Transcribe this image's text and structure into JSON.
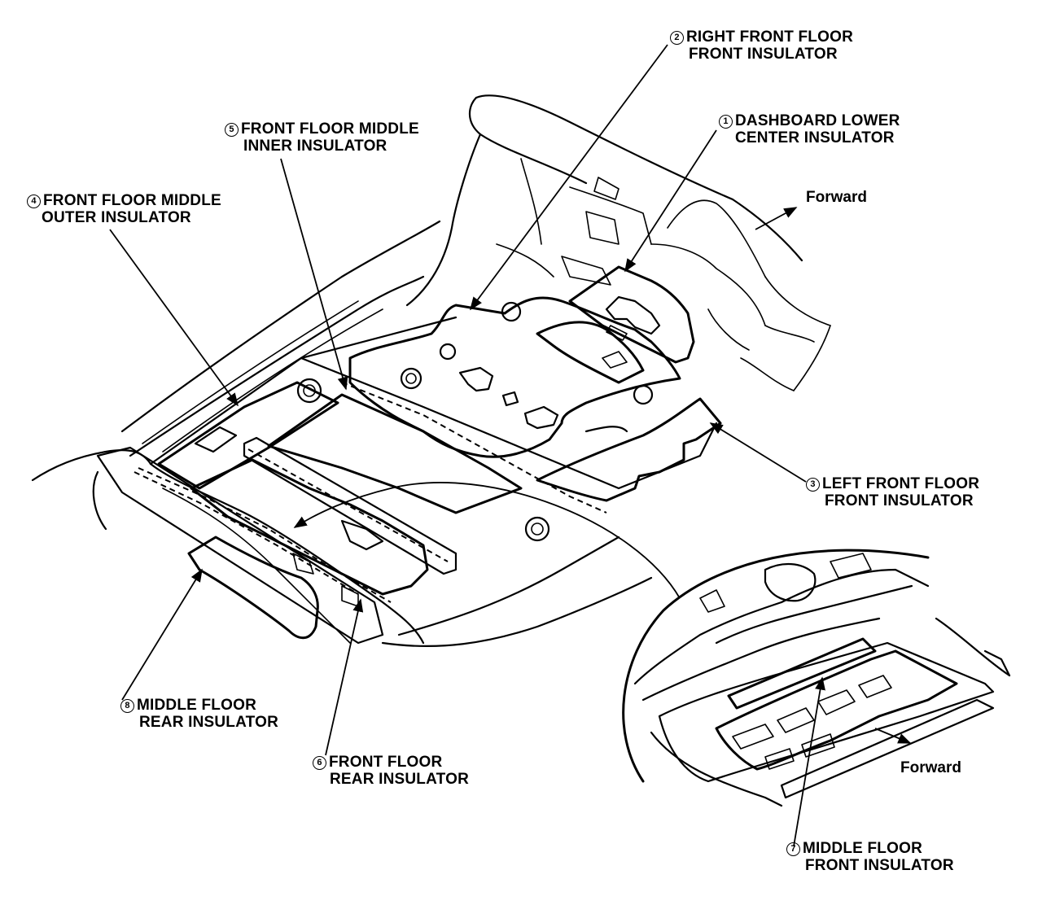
{
  "labels": {
    "l1": {
      "num": "1",
      "line1": "DASHBOARD LOWER",
      "line2": "CENTER INSULATOR"
    },
    "l2": {
      "num": "2",
      "line1": "RIGHT FRONT FLOOR",
      "line2": "FRONT INSULATOR"
    },
    "l3": {
      "num": "3",
      "line1": "LEFT FRONT FLOOR",
      "line2": "FRONT INSULATOR"
    },
    "l4": {
      "num": "4",
      "line1": "FRONT FLOOR MIDDLE",
      "line2": "OUTER INSULATOR"
    },
    "l5": {
      "num": "5",
      "line1": "FRONT FLOOR MIDDLE",
      "line2": "INNER INSULATOR"
    },
    "l6": {
      "num": "6",
      "line1": "FRONT FLOOR",
      "line2": "REAR INSULATOR"
    },
    "l7": {
      "num": "7",
      "line1": "MIDDLE FLOOR",
      "line2": "FRONT INSULATOR"
    },
    "l8": {
      "num": "8",
      "line1": "MIDDLE FLOOR",
      "line2": "REAR INSULATOR"
    }
  },
  "forward_main": "Forward",
  "forward_inset": "Forward"
}
